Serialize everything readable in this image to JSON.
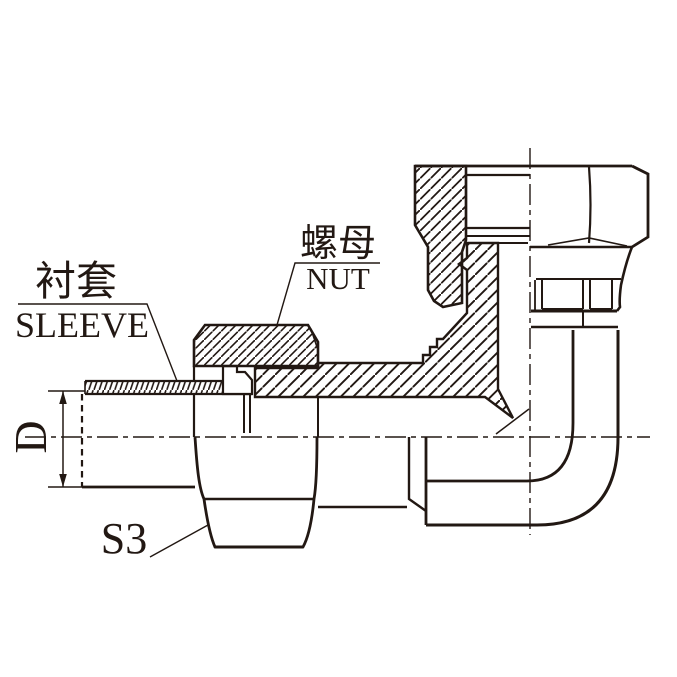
{
  "drawing": {
    "labels": {
      "sleeve_cn": "衬套",
      "sleeve_en": "SLEEVE",
      "nut_cn": "螺母",
      "nut_en": "NUT",
      "dim_diameter": "D",
      "wrench_size": "S3"
    },
    "colors": {
      "line": "#221813",
      "background": "#ffffff"
    }
  }
}
